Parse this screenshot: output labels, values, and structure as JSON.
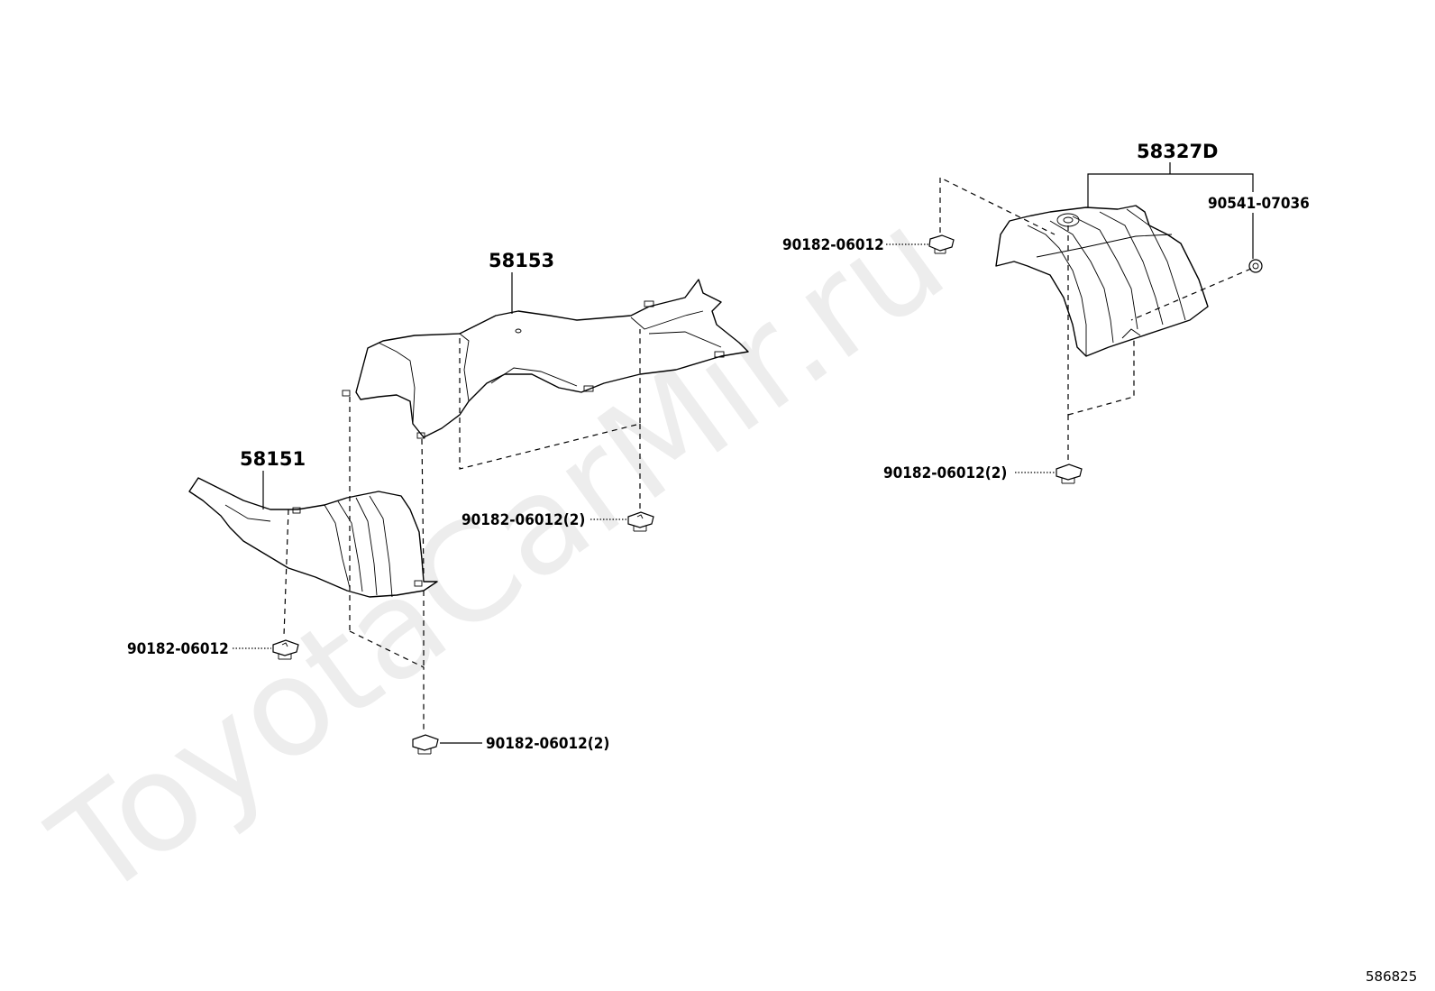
{
  "watermark": "ToyotaCarMir.ru",
  "diagram_code": "586825",
  "parts": {
    "p58153": "58153",
    "p58151": "58151",
    "p58327d": "58327D",
    "p90541": "90541-07036"
  },
  "fasteners": {
    "f_top_right": "90182-06012",
    "f_mid_right": "90182-06012(2)",
    "f_mid_center": "90182-06012(2)",
    "f_left": "90182-06012",
    "f_bottom": "90182-06012(2)"
  }
}
